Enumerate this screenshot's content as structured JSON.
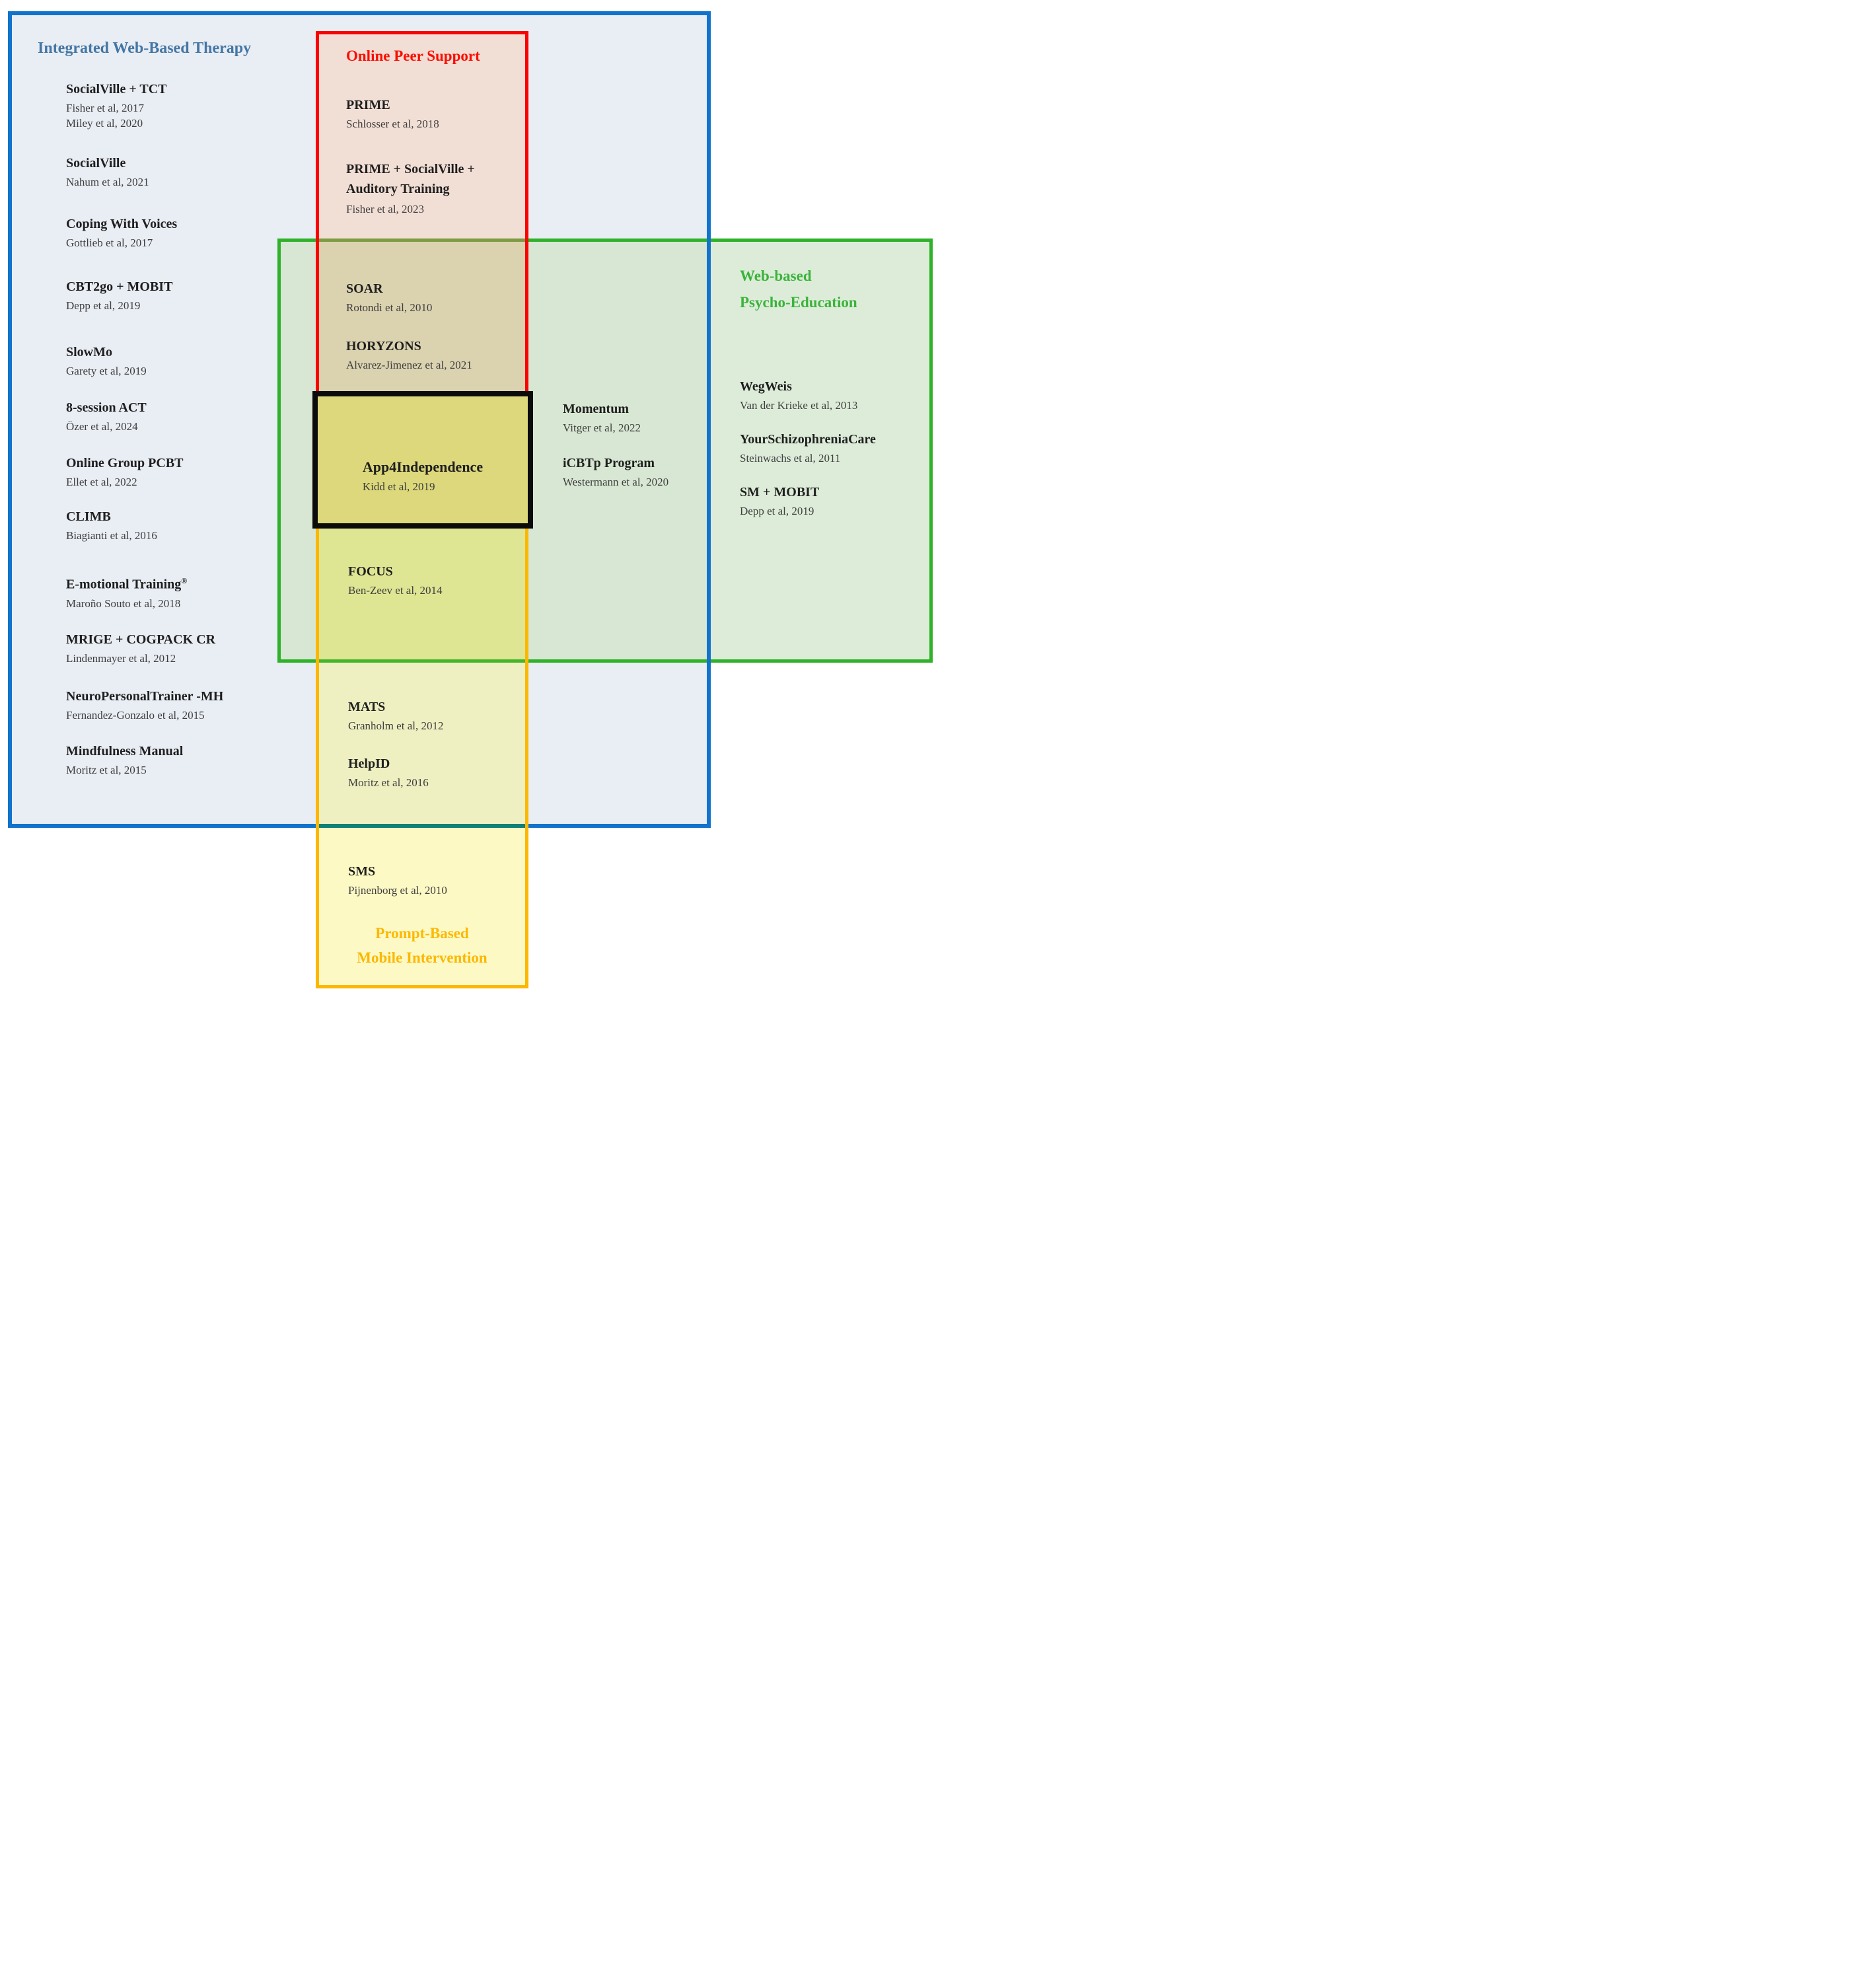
{
  "figure": {
    "type": "venn-rectangle-diagram",
    "colors": {
      "blue_border": "#1173cb",
      "blue_fill": "#e9edf4",
      "blue_title": "#4376a4",
      "red_border": "#fb0200",
      "red_blue_fill": "#f1ded5",
      "red_green_fill": "#dbd2b0",
      "green_border": "#2fb22a",
      "green_fill": "#ddecd9",
      "green_blue_fill": "#d8e7d3",
      "green_title": "#3bb33b",
      "orange_border": "#fcb700",
      "gold_title": "#fcb800",
      "black_box_fill": "#dcd87b",
      "black_box_border": "#0b0b0b",
      "focus_region_fill": "#dee593",
      "mats_region_fill": "#eff0c2",
      "sms_region_fill": "#fdf9c5",
      "teal_crossing": "#0f8076"
    }
  },
  "blue": {
    "title": "Integrated Web-Based Therapy",
    "items": [
      {
        "name": "SocialVille + TCT",
        "ref": "Fisher et al, 2017",
        "ref2": "Miley et al, 2020"
      },
      {
        "name": "SocialVille",
        "ref": "Nahum et al, 2021"
      },
      {
        "name": "Coping With Voices",
        "ref": "Gottlieb et al, 2017"
      },
      {
        "name": "CBT2go + MOBIT",
        "ref": "Depp et al, 2019"
      },
      {
        "name": "SlowMo",
        "ref": "Garety et al, 2019"
      },
      {
        "name": "8-session ACT",
        "ref": "Özer et al, 2024"
      },
      {
        "name": "Online Group PCBT",
        "ref": "Ellet et al, 2022"
      },
      {
        "name": "CLIMB",
        "ref": "Biagianti et al, 2016"
      },
      {
        "name": "E-motional Training",
        "sup": "®",
        "ref": "Maroño Souto et al, 2018"
      },
      {
        "name": "MRIGE + COGPACK CR",
        "ref": "Lindenmayer et al, 2012"
      },
      {
        "name": "NeuroPersonalTrainer -MH",
        "ref": "Fernandez-Gonzalo et al, 2015"
      },
      {
        "name": "Mindfulness Manual",
        "ref": "Moritz et al, 2015"
      }
    ]
  },
  "red": {
    "title": "Online Peer Support",
    "items": [
      {
        "name": "PRIME",
        "ref": "Schlosser et al, 2018"
      },
      {
        "name": "PRIME + SocialVille + Auditory Training",
        "ref": "Fisher et al, 2023"
      }
    ]
  },
  "red_green": {
    "items": [
      {
        "name": "SOAR",
        "ref": "Rotondi et al, 2010"
      },
      {
        "name": "HORYZONS",
        "ref": "Alvarez-Jimenez et al, 2021"
      }
    ]
  },
  "center": {
    "name": "App4Independence",
    "ref": "Kidd et al, 2019"
  },
  "green_blue": {
    "items": [
      {
        "name": "Momentum",
        "ref": "Vitger et al, 2022"
      },
      {
        "name": "iCBTp Program",
        "ref": "Westermann et al, 2020"
      }
    ]
  },
  "green": {
    "title_line1": "Web-based",
    "title_line2": "Psycho-Education",
    "items": [
      {
        "name": "WegWeis",
        "ref": "Van der Krieke et al, 2013"
      },
      {
        "name": "YourSchizophreniaCare",
        "ref": "Steinwachs et al, 2011"
      },
      {
        "name": "SM + MOBIT",
        "ref": "Depp et al, 2019"
      }
    ]
  },
  "yellow": {
    "title_line1": "Prompt-Based",
    "title_line2": "Mobile Intervention",
    "items": [
      {
        "name": "FOCUS",
        "ref": "Ben-Zeev et al, 2014"
      },
      {
        "name": "MATS",
        "ref": "Granholm et al, 2012"
      },
      {
        "name": "HelpID",
        "ref": "Moritz et al, 2016"
      },
      {
        "name": "SMS",
        "ref": "Pijnenborg et al, 2010"
      }
    ]
  }
}
